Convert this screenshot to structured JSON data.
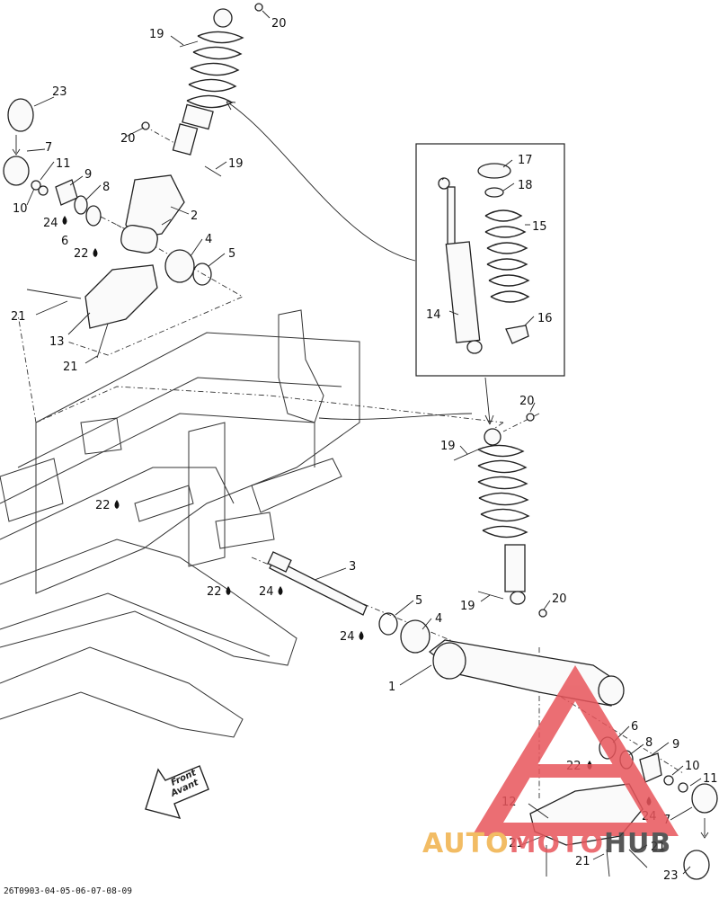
{
  "callouts": [
    {
      "n": "1"
    },
    {
      "n": "2"
    },
    {
      "n": "3"
    },
    {
      "n": "4"
    },
    {
      "n": "4"
    },
    {
      "n": "5"
    },
    {
      "n": "5"
    },
    {
      "n": "6"
    },
    {
      "n": "6"
    },
    {
      "n": "7"
    },
    {
      "n": "7"
    },
    {
      "n": "8"
    },
    {
      "n": "8"
    },
    {
      "n": "9"
    },
    {
      "n": "9"
    },
    {
      "n": "10"
    },
    {
      "n": "10"
    },
    {
      "n": "11"
    },
    {
      "n": "11"
    },
    {
      "n": "12"
    },
    {
      "n": "13"
    },
    {
      "n": "14"
    },
    {
      "n": "15"
    },
    {
      "n": "16"
    },
    {
      "n": "17"
    },
    {
      "n": "18"
    },
    {
      "n": "19"
    },
    {
      "n": "19"
    },
    {
      "n": "19"
    },
    {
      "n": "19"
    },
    {
      "n": "20"
    },
    {
      "n": "20"
    },
    {
      "n": "20"
    },
    {
      "n": "20"
    },
    {
      "n": "21"
    },
    {
      "n": "21"
    },
    {
      "n": "21"
    },
    {
      "n": "21"
    },
    {
      "n": "21"
    },
    {
      "n": "22"
    },
    {
      "n": "22"
    },
    {
      "n": "22"
    },
    {
      "n": "22"
    },
    {
      "n": "23"
    },
    {
      "n": "23"
    },
    {
      "n": "24"
    },
    {
      "n": "24"
    },
    {
      "n": "24"
    },
    {
      "n": "24"
    }
  ],
  "front_sign": {
    "line1": "Front",
    "line2": "Avant"
  },
  "footer_code": "26T0903-04-05-06-07-08-09",
  "watermark": {
    "part1": "AUTO",
    "part2": "MOTO",
    "part3": "HUB",
    "color_light": "#f0b14a",
    "color_red": "#e8555b",
    "color_dark": "#3b3b3b"
  },
  "lubricant_icon": "oil-drop-icon",
  "colors": {
    "line": "#222222",
    "background": "#ffffff"
  }
}
